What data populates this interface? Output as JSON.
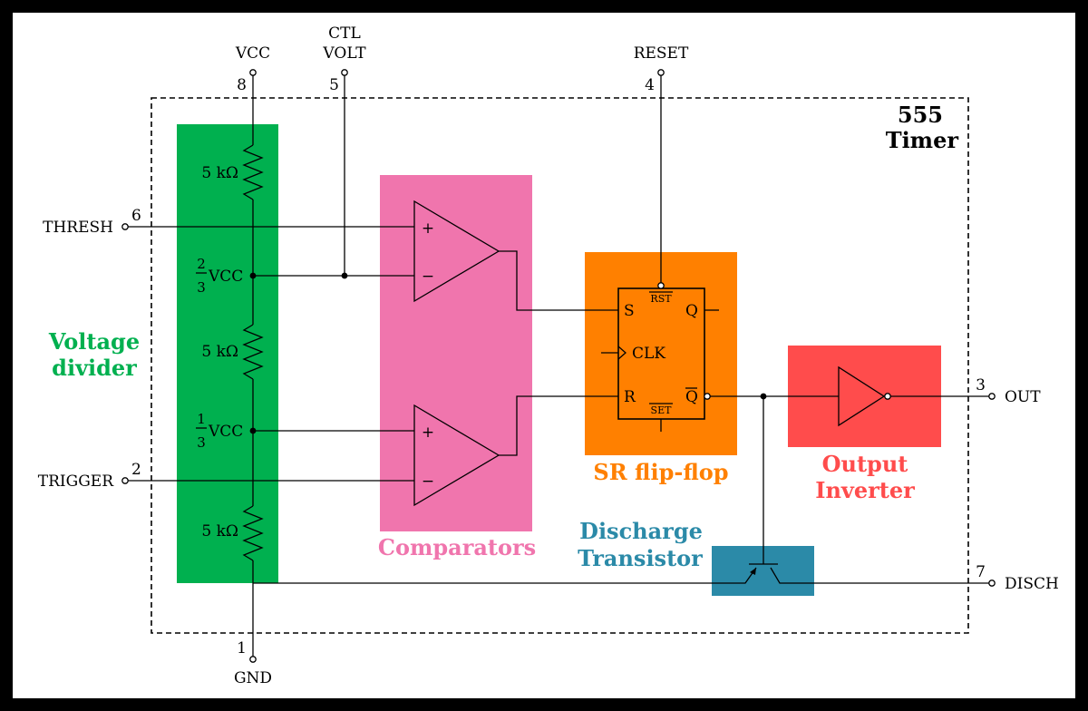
{
  "title": {
    "line1": "555",
    "line2": "Timer"
  },
  "pins": {
    "vcc": {
      "label": "VCC",
      "number": "8"
    },
    "ctl": {
      "label_line1": "CTL",
      "label_line2": "VOLT",
      "number": "5"
    },
    "reset": {
      "label": "RESET",
      "number": "4"
    },
    "thresh": {
      "label": "THRESH",
      "number": "6"
    },
    "trigger": {
      "label": "TRIGGER",
      "number": "2"
    },
    "gnd": {
      "label": "GND",
      "number": "1"
    },
    "out": {
      "label": "OUT",
      "number": "3"
    },
    "disch": {
      "label": "DISCH",
      "number": "7"
    }
  },
  "blocks": {
    "voltage_divider": {
      "line1": "Voltage",
      "line2": "divider",
      "color": "#00b04f"
    },
    "comparators": {
      "label": "Comparators",
      "color": "#f075ad"
    },
    "flipflop": {
      "label": "SR flip-flop",
      "color": "#ff8000"
    },
    "inverter": {
      "line1": "Output",
      "line2": "Inverter",
      "color": "#ff4c4c"
    },
    "transistor": {
      "line1": "Discharge",
      "line2": "Transistor",
      "color": "#2b8aa8"
    }
  },
  "resistors": {
    "r1": "5 kΩ",
    "r2": "5 kΩ",
    "r3": "5 kΩ"
  },
  "taps": {
    "upper": {
      "num": "2",
      "den": "3",
      "unit": "VCC"
    },
    "lower": {
      "num": "1",
      "den": "3",
      "unit": "VCC"
    }
  },
  "comparator_signs": {
    "plus": "+",
    "minus": "−"
  },
  "flipflop_pins": {
    "s": "S",
    "r": "R",
    "q": "Q",
    "qbar": "Q",
    "clk": "CLK",
    "rst": "RST",
    "set": "SET"
  }
}
